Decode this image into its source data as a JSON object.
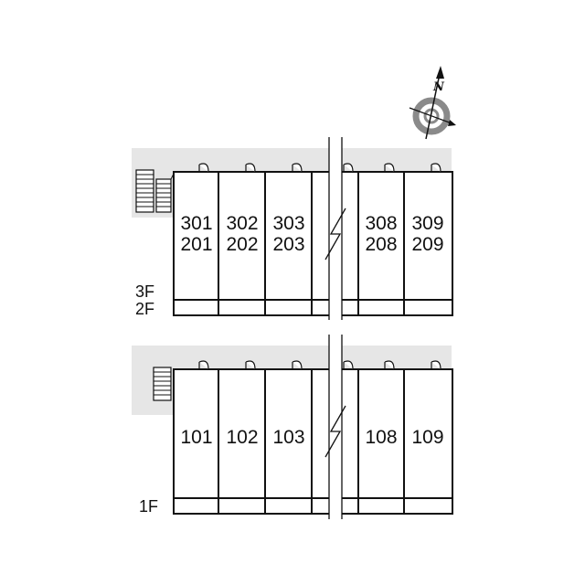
{
  "compass": {
    "north_label": "N",
    "icon": "compass-rose-icon"
  },
  "upper_block": {
    "floor_labels": [
      "3F",
      "2F"
    ],
    "units": [
      {
        "top": "301",
        "bottom": "201"
      },
      {
        "top": "302",
        "bottom": "202"
      },
      {
        "top": "303",
        "bottom": "203"
      },
      {
        "top": "",
        "bottom": ""
      },
      {
        "top": "308",
        "bottom": "208"
      },
      {
        "top": "309",
        "bottom": "209"
      }
    ]
  },
  "lower_block": {
    "floor_labels": [
      "1F"
    ],
    "units": [
      {
        "label": "101"
      },
      {
        "label": "102"
      },
      {
        "label": "103"
      },
      {
        "label": ""
      },
      {
        "label": "108"
      },
      {
        "label": "109"
      }
    ]
  },
  "colors": {
    "walkway": "#e6e6e6",
    "wall": "#111111",
    "compass_ring": "#8a8a8a"
  }
}
